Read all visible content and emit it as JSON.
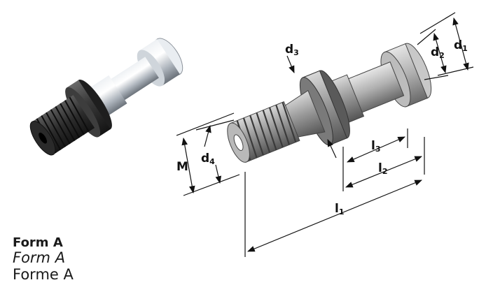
{
  "caption": {
    "de": "Form A",
    "en": "Form A",
    "fr": "Forme A"
  },
  "dimensions": {
    "d1": {
      "main": "d",
      "sub": "1"
    },
    "d2": {
      "main": "d",
      "sub": "2"
    },
    "d3": {
      "main": "d",
      "sub": "3"
    },
    "d4": {
      "main": "d",
      "sub": "4"
    },
    "M": {
      "main": "M",
      "sub": ""
    },
    "l1": {
      "main": "l",
      "sub": "1"
    },
    "l2": {
      "main": "l",
      "sub": "2"
    },
    "l3": {
      "main": "l",
      "sub": "3"
    }
  },
  "colors": {
    "thread": "#3c3c3c",
    "collar": "#2f2f2f",
    "steel": "#c9ced4",
    "drawing_part": "#8a8a8a",
    "line": "#111111"
  }
}
